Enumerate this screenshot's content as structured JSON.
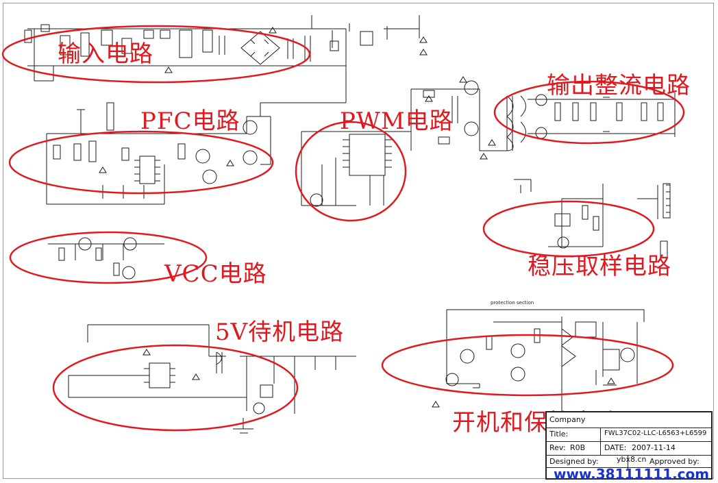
{
  "sections": {
    "input": "输入电路",
    "pfc": "PFC电路",
    "pwm": "PWM电路",
    "output_rect": "输出整流电路",
    "vcc": "VCC电路",
    "regulation": "稳压取样电路",
    "standby": "5V待机电路",
    "power_protect": "开机和保护电路"
  },
  "protection_caption": "protection section",
  "title_block": {
    "company": "Company",
    "title_label": "Title:",
    "title_value": "FWL37C02-LLC-L6563+L6599",
    "rev_label": "Rev:",
    "rev_value": "R0B",
    "date_label": "DATE:",
    "date_value": "2007-11-14",
    "designed_label": "Designed by:",
    "approved_label": "Approved by:"
  },
  "watermarks": {
    "site_small": "ybx8.cn",
    "site_big": "www.38111111.com"
  },
  "colors": {
    "annotation": "#e0191f",
    "schematic": "#1a1a1a",
    "watermark": "#1b33c9"
  }
}
